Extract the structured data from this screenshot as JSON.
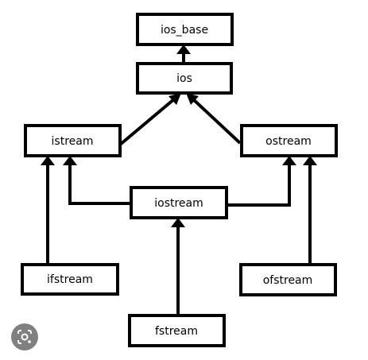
{
  "nodes": {
    "ios_base": "ios_base",
    "ios": "ios",
    "istream": "istream",
    "ostream": "ostream",
    "iostream": "iostream",
    "ifstream": "ifstream",
    "ofstream": "ofstream",
    "fstream": "fstream"
  },
  "edges": [
    {
      "from": "ios",
      "to": "ios_base"
    },
    {
      "from": "istream",
      "to": "ios"
    },
    {
      "from": "ostream",
      "to": "ios"
    },
    {
      "from": "iostream",
      "to": "istream"
    },
    {
      "from": "iostream",
      "to": "ostream"
    },
    {
      "from": "ifstream",
      "to": "istream"
    },
    {
      "from": "ofstream",
      "to": "ostream"
    },
    {
      "from": "fstream",
      "to": "iostream"
    }
  ],
  "colors": {
    "stroke": "#000000",
    "fill": "#ffffff"
  },
  "overlay": {
    "icon": "google-lens-icon"
  }
}
